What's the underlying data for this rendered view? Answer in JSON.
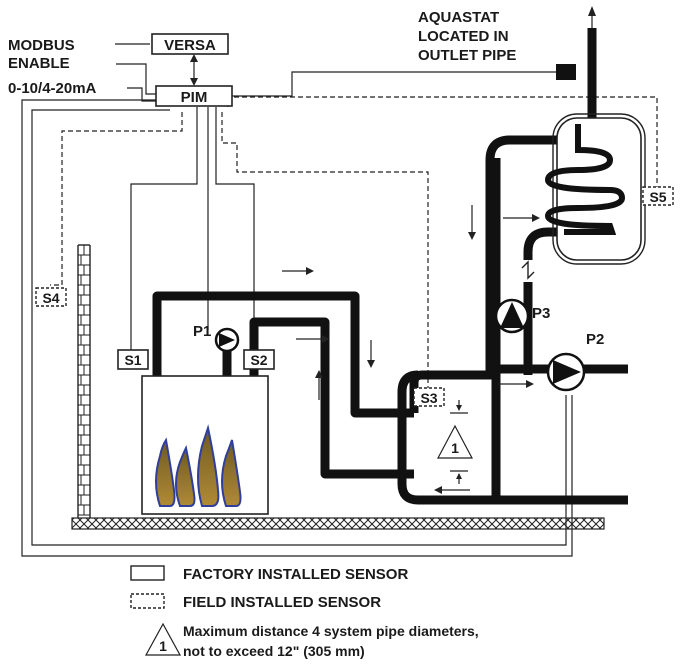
{
  "labels": {
    "modbus": "MODBUS",
    "enable": "ENABLE",
    "analog": "0-10/4-20mA",
    "versa": "VERSA",
    "pim": "PIM",
    "aquastat_1": "AQUASTAT",
    "aquastat_2": "LOCATED IN",
    "aquastat_3": "OUTLET PIPE"
  },
  "sensors": {
    "s1": "S1",
    "s2": "S2",
    "s3": "S3",
    "s4": "S4",
    "s5": "S5"
  },
  "pumps": {
    "p1": "P1",
    "p2": "P2",
    "p3": "P3"
  },
  "note_marker": "1",
  "legend": {
    "factory": "FACTORY INSTALLED SENSOR",
    "field": "FIELD INSTALLED SENSOR",
    "note_number": "1",
    "note_line1": "Maximum distance 4 system pipe diameters,",
    "note_line2": "not to exceed 12\" (305 mm)"
  },
  "colors": {
    "pipe": "#111111",
    "flame_fill": "#9a7a2e",
    "flame_edge": "#2f3f9a"
  }
}
